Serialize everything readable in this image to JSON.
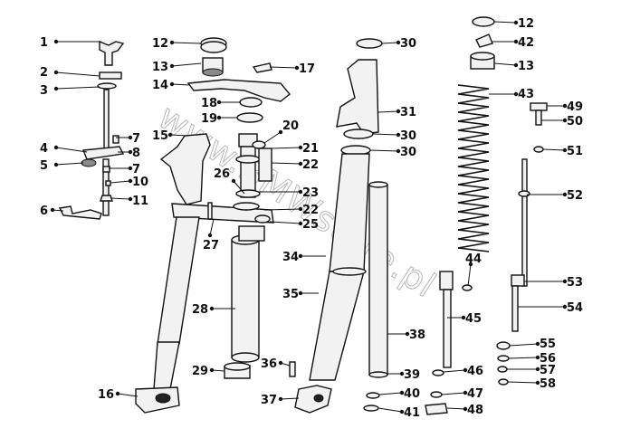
{
  "watermark": "www.BMWstore.pl",
  "callouts": [
    {
      "number": "1"
    },
    {
      "number": "2"
    },
    {
      "number": "3"
    },
    {
      "number": "4"
    },
    {
      "number": "5"
    },
    {
      "number": "6"
    },
    {
      "number": "7"
    },
    {
      "number": "7"
    },
    {
      "number": "8"
    },
    {
      "number": "10"
    },
    {
      "number": "11"
    },
    {
      "number": "12"
    },
    {
      "number": "13"
    },
    {
      "number": "14"
    },
    {
      "number": "15"
    },
    {
      "number": "16"
    },
    {
      "number": "17"
    },
    {
      "number": "18"
    },
    {
      "number": "19"
    },
    {
      "number": "20"
    },
    {
      "number": "21"
    },
    {
      "number": "22"
    },
    {
      "number": "22"
    },
    {
      "number": "23"
    },
    {
      "number": "25"
    },
    {
      "number": "26"
    },
    {
      "number": "27"
    },
    {
      "number": "28"
    },
    {
      "number": "29"
    },
    {
      "number": "30"
    },
    {
      "number": "30"
    },
    {
      "number": "30"
    },
    {
      "number": "31"
    },
    {
      "number": "34"
    },
    {
      "number": "35"
    },
    {
      "number": "36"
    },
    {
      "number": "37"
    },
    {
      "number": "38"
    },
    {
      "number": "39"
    },
    {
      "number": "40"
    },
    {
      "number": "41"
    },
    {
      "number": "12"
    },
    {
      "number": "42"
    },
    {
      "number": "13"
    },
    {
      "number": "43"
    },
    {
      "number": "44"
    },
    {
      "number": "45"
    },
    {
      "number": "46"
    },
    {
      "number": "47"
    },
    {
      "number": "48"
    },
    {
      "number": "49"
    },
    {
      "number": "50"
    },
    {
      "number": "51"
    },
    {
      "number": "52"
    },
    {
      "number": "53"
    },
    {
      "number": "54"
    },
    {
      "number": "55"
    },
    {
      "number": "56"
    },
    {
      "number": "57"
    },
    {
      "number": "58"
    }
  ]
}
